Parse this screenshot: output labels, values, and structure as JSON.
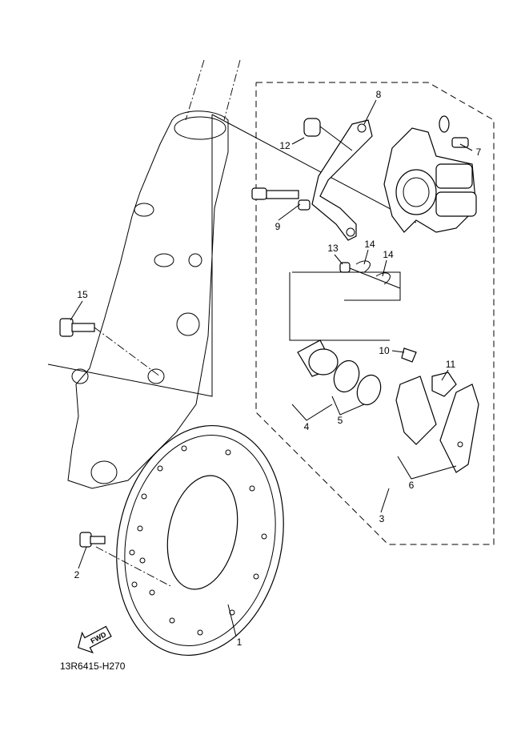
{
  "diagram": {
    "code": "13R6415-H270",
    "fwd_label": "FWD",
    "callouts": {
      "c1": "1",
      "c2": "2",
      "c3": "3",
      "c4": "4",
      "c5": "5",
      "c6": "6",
      "c7": "7",
      "c8": "8",
      "c9": "9",
      "c10": "10",
      "c11": "11",
      "c12": "12",
      "c13": "13",
      "c14a": "14",
      "c14b": "14",
      "c15": "15"
    }
  }
}
